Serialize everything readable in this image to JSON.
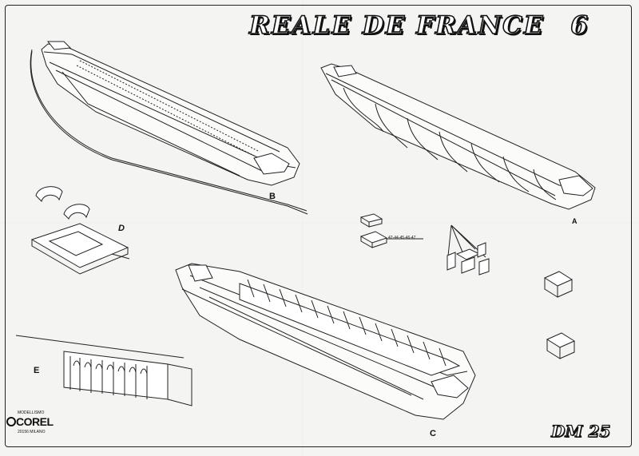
{
  "title": "REALE DE FRANCE",
  "sheet_number": "6",
  "code": "DM 25",
  "view_labels": {
    "a": "A",
    "b": "B",
    "c": "C",
    "d": "D",
    "e": "E"
  },
  "part_callout": "42-44-45-46-47",
  "brand": {
    "top": "MODELLISMO",
    "name": "COREL",
    "city": "20156 MILANO"
  }
}
